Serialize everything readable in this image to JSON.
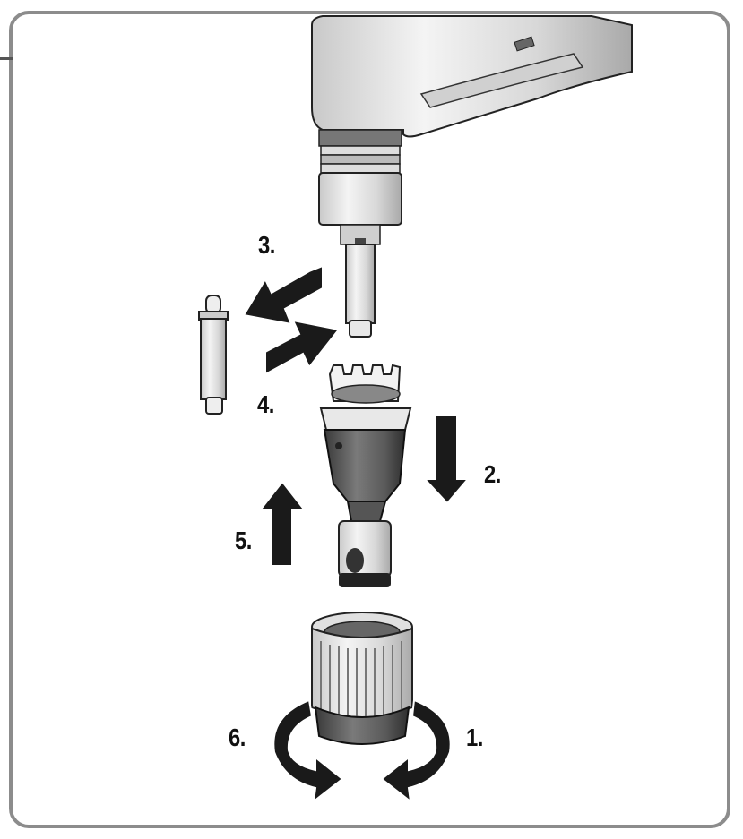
{
  "figure": {
    "steps": [
      {
        "label": "1.",
        "action": "unscrew-cap"
      },
      {
        "label": "2.",
        "action": "move-down"
      },
      {
        "label": "3.",
        "action": "pull-out-pin"
      },
      {
        "label": "4.",
        "action": "insert-pin"
      },
      {
        "label": "5.",
        "action": "move-up"
      },
      {
        "label": "6.",
        "action": "screw-cap"
      }
    ],
    "colors": {
      "frame": "#8c8c8c",
      "ink": "#111111",
      "part_light": "#e6e6e6",
      "part_mid": "#b8b8b8",
      "part_dark": "#4a4a4a",
      "arrow": "#1a1a1a"
    }
  }
}
